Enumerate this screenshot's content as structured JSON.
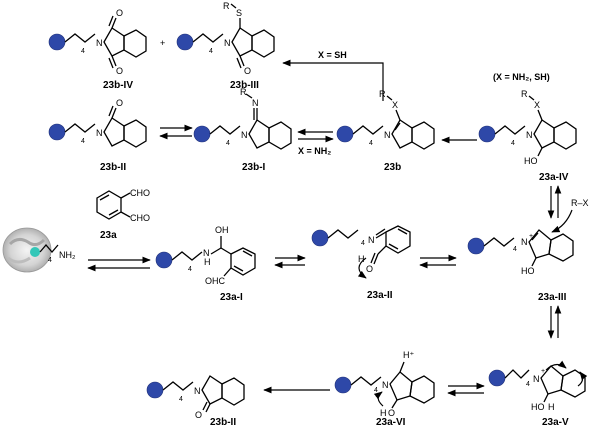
{
  "compounds": {
    "c23bIV": "23b-IV",
    "c23bIII": "23b-III",
    "c23bII_top": "23b-II",
    "c23bI": "23b-I",
    "c23b": "23b",
    "c23aIV": "23a-IV",
    "c23a": "23a",
    "c23aI": "23a-I",
    "c23aII": "23a-II",
    "c23aIII": "23a-III",
    "c23bII_bottom": "23b-II",
    "c23aVI": "23a-VI",
    "c23aV": "23a-V"
  },
  "conditions": {
    "x_sh": "X = SH",
    "x_options": "(X = NH₂, SH)",
    "x_nh2": "X = NH₂",
    "rx": "R–X"
  },
  "plus": "+",
  "atoms": {
    "N": "N",
    "O": "O",
    "S": "S",
    "R": "R",
    "X": "X",
    "H": "H",
    "OH": "OH",
    "HO": "HO",
    "NH2": "NH₂",
    "CHO": "CHO",
    "OHC": "OHC",
    "Hplus": "H⁺",
    "plus": "+",
    "four": "4"
  }
}
